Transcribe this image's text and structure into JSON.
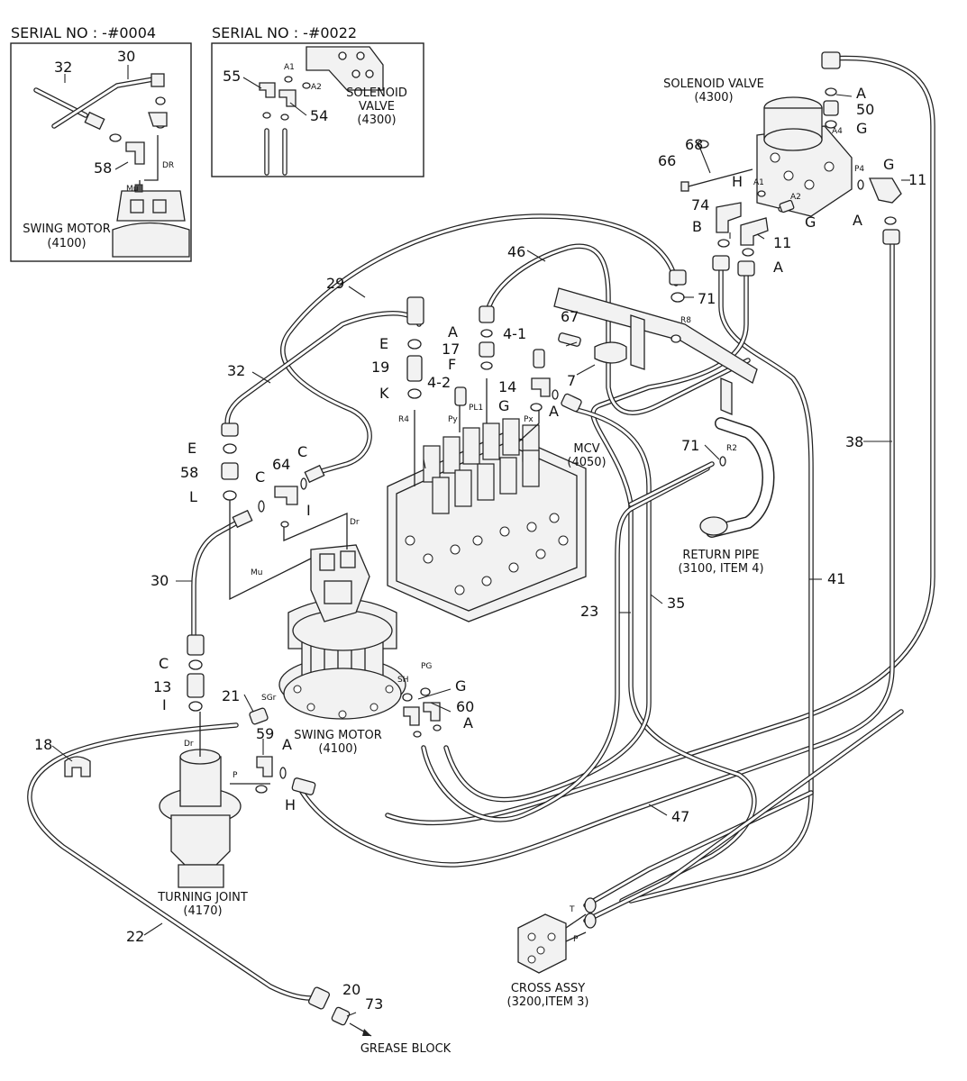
{
  "insets": [
    {
      "serial": "SERIAL NO : -#0004",
      "callouts": [
        "32",
        "30",
        "58"
      ],
      "ports": [
        "DR",
        "Mu"
      ],
      "caption_1": "SWING MOTOR",
      "caption_2": "(4100)"
    },
    {
      "serial": "SERIAL NO : -#0022",
      "callouts": [
        "55",
        "54"
      ],
      "ports": [
        "A1",
        "A2"
      ],
      "caption_1": "SOLENOID",
      "caption_2": "VALVE",
      "caption_3": "(4300)"
    }
  ],
  "callouts": [
    "29",
    "32",
    "30",
    "58",
    "64",
    "46",
    "19",
    "17",
    "4-1",
    "4-2",
    "14",
    "67",
    "7",
    "71",
    "71",
    "23",
    "35",
    "38",
    "41",
    "47",
    "18",
    "22",
    "13",
    "21",
    "59",
    "60",
    "20",
    "73",
    "68",
    "66",
    "74",
    "11",
    "11",
    "50"
  ],
  "letters": [
    "E",
    "L",
    "C",
    "C",
    "I",
    "A",
    "E",
    "F",
    "K",
    "G",
    "A",
    "C",
    "I",
    "A",
    "H",
    "G",
    "A",
    "A",
    "G",
    "H",
    "G",
    "G",
    "A",
    "B",
    "A"
  ],
  "port_tags": [
    "R4",
    "Py",
    "PL1",
    "Px",
    "R8",
    "R2",
    "Dr",
    "Mu",
    "PG",
    "SH",
    "SGr",
    "Dr",
    "P",
    "T",
    "P",
    "A4",
    "P4",
    "A1",
    "A2"
  ],
  "captions": {
    "solenoid_1": "SOLENOID VALVE",
    "solenoid_2": "(4300)",
    "mcv_1": "MCV",
    "mcv_2": "(4050)",
    "return_1": "RETURN PIPE",
    "return_2": "(3100, ITEM 4)",
    "motor_1": "SWING MOTOR",
    "motor_2": "(4100)",
    "joint_1": "TURNING JOINT",
    "joint_2": "(4170)",
    "cross_1": "CROSS ASSY",
    "cross_2": "(3200,ITEM 3)",
    "grease": "GREASE BLOCK"
  }
}
